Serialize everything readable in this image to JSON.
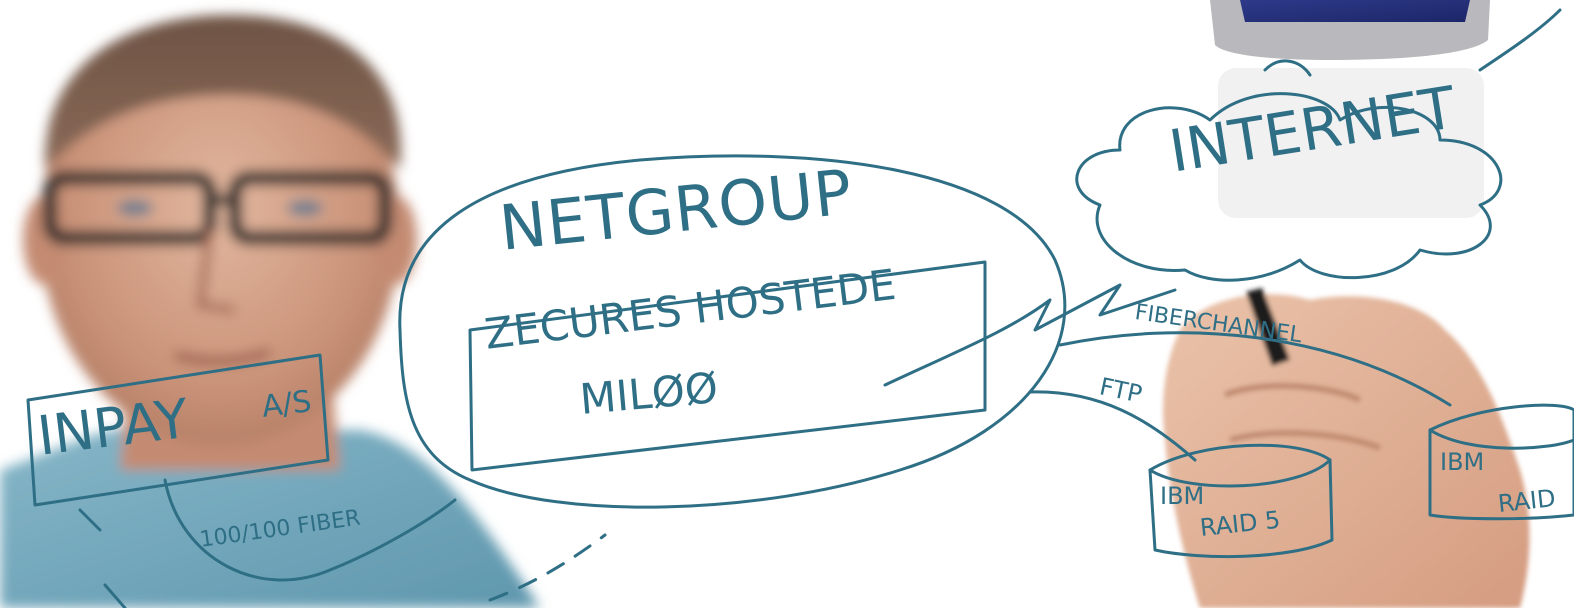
{
  "photo": {
    "subject": "man-writing-network-diagram-on-glass",
    "ink_color": "#2f6f86",
    "labels": {
      "netgroup": "NETGROUP",
      "zecures": "ZECURES HOSTEDE",
      "miloo": "MILØØ",
      "internet": "INTERNET",
      "fiberchannel": "FIBERCHANNEL",
      "ftp": "FTP",
      "ibm_a": "IBM",
      "raid5": "RAID 5",
      "ibm_b": "IBM",
      "raid_b": "RAID",
      "inpay": "INPAY",
      "as": "A/S",
      "fiber100": "100/100 FIBER"
    }
  }
}
